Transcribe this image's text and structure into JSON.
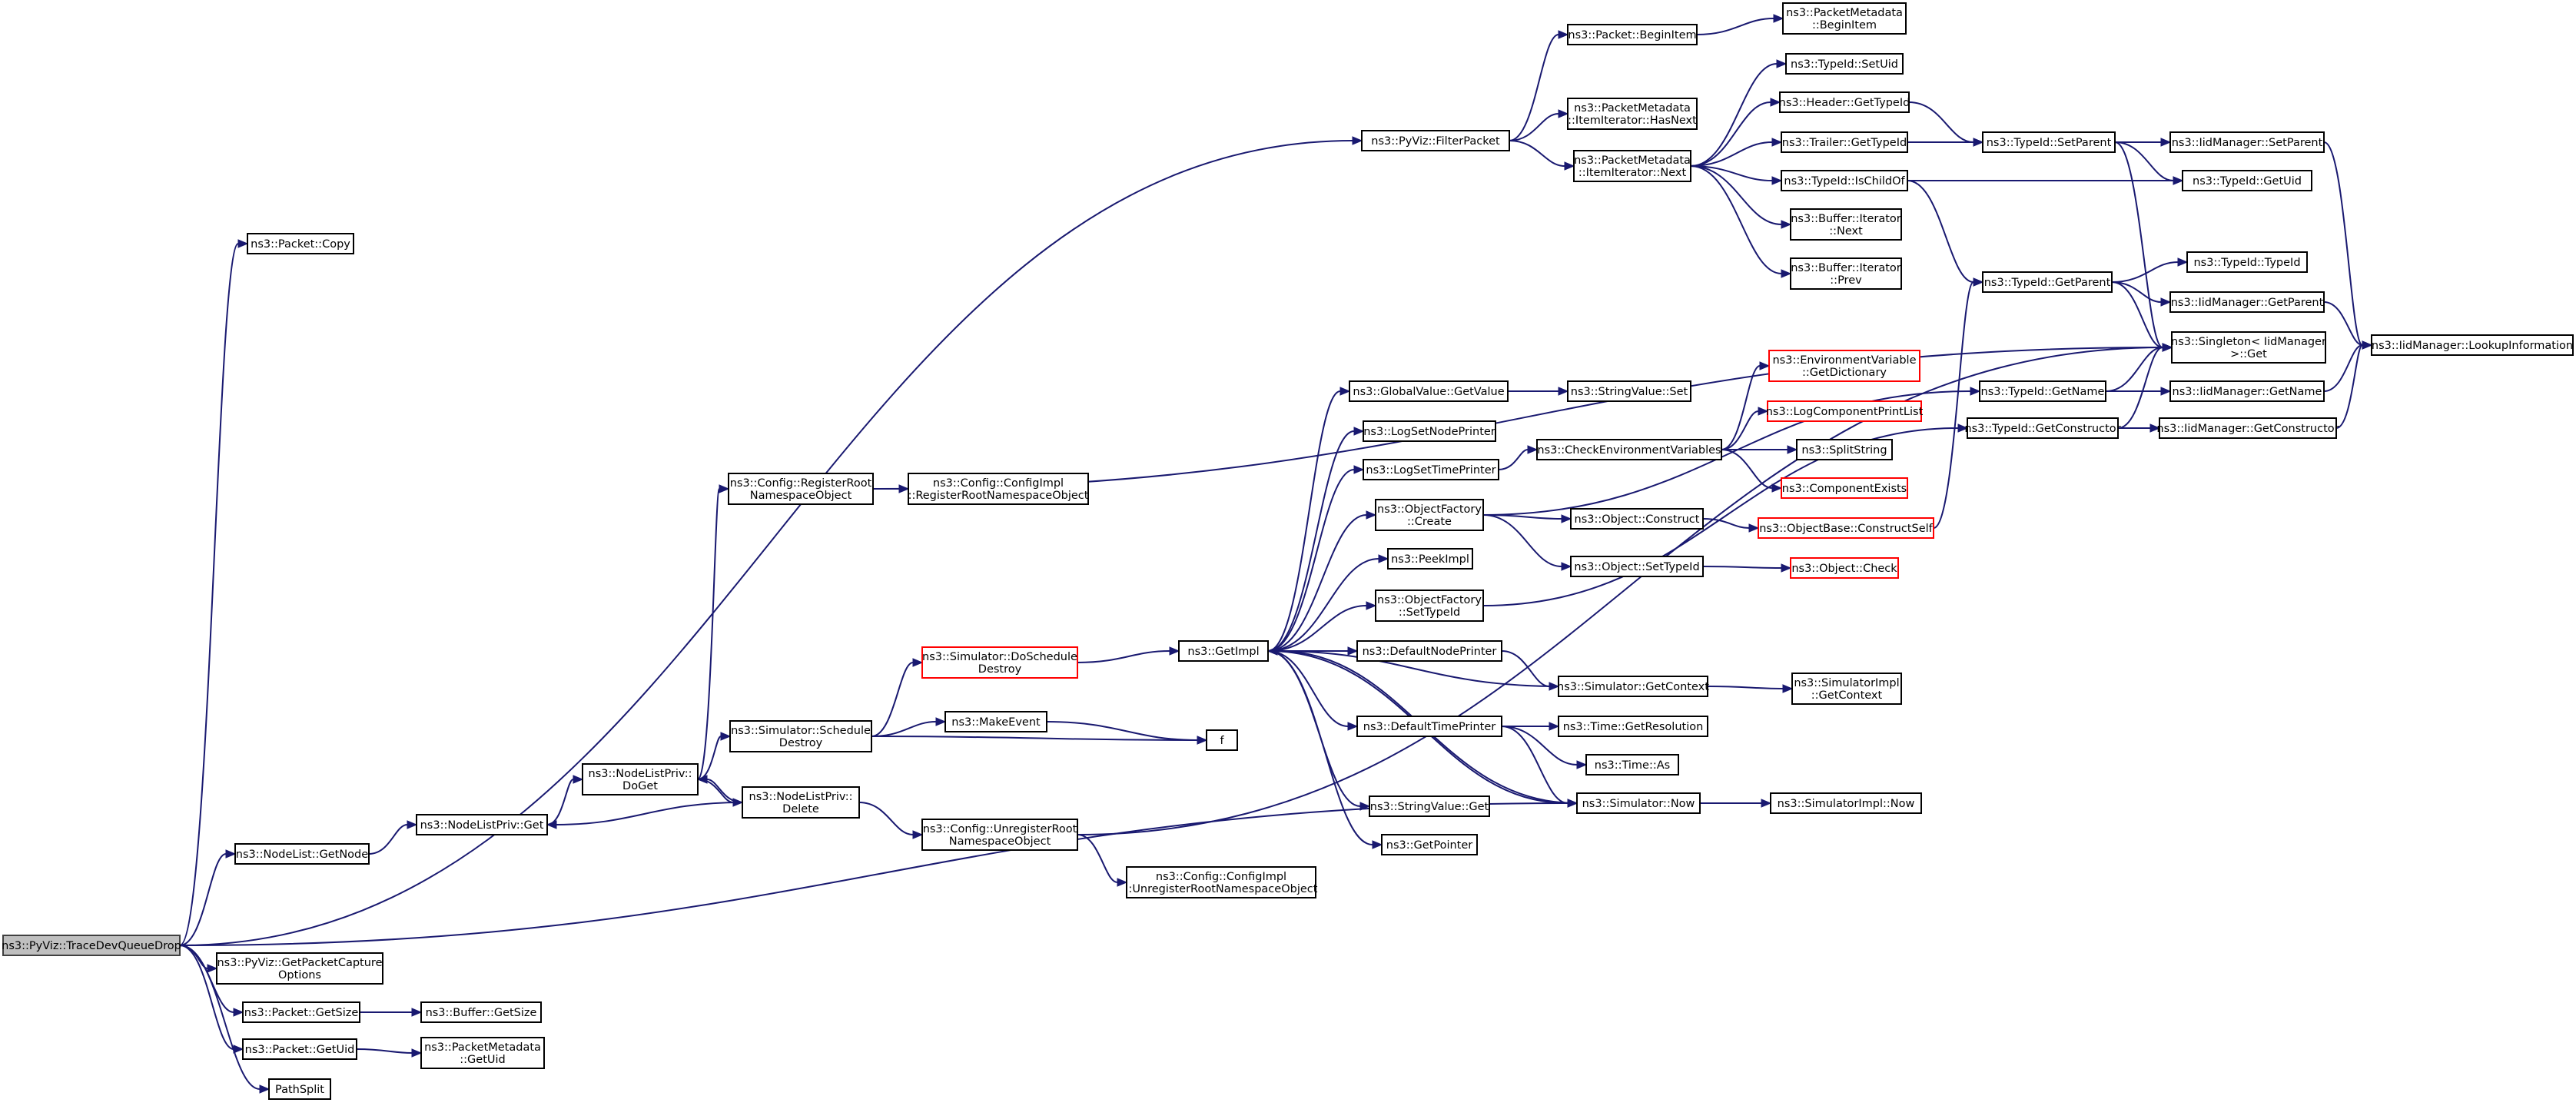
{
  "graph": {
    "colors": {
      "edge": "#191970",
      "node_border": "#000000",
      "node_fill": "#ffffff",
      "root_fill": "#bfbfbf",
      "truncated_border": "#ff0000"
    },
    "nodes": [
      {
        "id": "root",
        "lines": [
          "ns3::PyViz::TraceDevQueueDrop"
        ],
        "style": "root"
      },
      {
        "id": "packet_copy",
        "lines": [
          "ns3::Packet::Copy"
        ]
      },
      {
        "id": "pyviz_filterpacket",
        "lines": [
          "ns3::PyViz::FilterPacket"
        ]
      },
      {
        "id": "nodelist_getnode",
        "lines": [
          "ns3::NodeList::GetNode"
        ]
      },
      {
        "id": "simulator_now",
        "lines": [
          "ns3::Simulator::Now"
        ]
      },
      {
        "id": "pyviz_getpacketcapture",
        "lines": [
          "ns3::PyViz::GetPacketCapture",
          "Options"
        ]
      },
      {
        "id": "packet_getsize",
        "lines": [
          "ns3::Packet::GetSize"
        ]
      },
      {
        "id": "packet_getuid",
        "lines": [
          "ns3::Packet::GetUid"
        ]
      },
      {
        "id": "pathsplit",
        "lines": [
          "PathSplit"
        ]
      },
      {
        "id": "packet_beginitem",
        "lines": [
          "ns3::Packet::BeginItem"
        ]
      },
      {
        "id": "pm_ii_hasnext",
        "lines": [
          "ns3::PacketMetadata",
          "::ItemIterator::HasNext"
        ]
      },
      {
        "id": "pm_ii_next",
        "lines": [
          "ns3::PacketMetadata",
          "::ItemIterator::Next"
        ]
      },
      {
        "id": "pm_beginitem",
        "lines": [
          "ns3::PacketMetadata",
          "::BeginItem"
        ]
      },
      {
        "id": "typeid_setuid",
        "lines": [
          "ns3::TypeId::SetUid"
        ]
      },
      {
        "id": "header_gettypeid",
        "lines": [
          "ns3::Header::GetTypeId"
        ]
      },
      {
        "id": "trailer_gettypeid",
        "lines": [
          "ns3::Trailer::GetTypeId"
        ]
      },
      {
        "id": "typeid_ischildof",
        "lines": [
          "ns3::TypeId::IsChildOf"
        ]
      },
      {
        "id": "buffer_iterator_next",
        "lines": [
          "ns3::Buffer::Iterator",
          "::Next"
        ]
      },
      {
        "id": "buffer_iterator_prev",
        "lines": [
          "ns3::Buffer::Iterator",
          "::Prev"
        ]
      },
      {
        "id": "typeid_setparent",
        "lines": [
          "ns3::TypeId::SetParent"
        ]
      },
      {
        "id": "iidmanager_setparent",
        "lines": [
          "ns3::IidManager::SetParent"
        ]
      },
      {
        "id": "typeid_getuid",
        "lines": [
          "ns3::TypeId::GetUid"
        ]
      },
      {
        "id": "typeid_getparent",
        "lines": [
          "ns3::TypeId::GetParent"
        ]
      },
      {
        "id": "typeid_typeid",
        "lines": [
          "ns3::TypeId::TypeId"
        ]
      },
      {
        "id": "iidmanager_getparent",
        "lines": [
          "ns3::IidManager::GetParent"
        ]
      },
      {
        "id": "singleton_get",
        "lines": [
          "ns3::Singleton< IidManager",
          " >::Get"
        ]
      },
      {
        "id": "iidmanager_lookupinformation",
        "lines": [
          "ns3::IidManager::LookupInformation"
        ]
      },
      {
        "id": "typeid_getname",
        "lines": [
          "ns3::TypeId::GetName"
        ]
      },
      {
        "id": "iidmanager_getname",
        "lines": [
          "ns3::IidManager::GetName"
        ]
      },
      {
        "id": "typeid_getconstructor",
        "lines": [
          "ns3::TypeId::GetConstructor"
        ]
      },
      {
        "id": "iidmanager_getconstructor",
        "lines": [
          "ns3::IidManager::GetConstructor"
        ]
      },
      {
        "id": "config_registerroot",
        "lines": [
          "ns3::Config::RegisterRoot",
          "NamespaceObject"
        ]
      },
      {
        "id": "configimpl_registerroot",
        "lines": [
          "ns3::Config::ConfigImpl",
          "::RegisterRootNamespaceObject"
        ]
      },
      {
        "id": "globalvalue_getvalue",
        "lines": [
          "ns3::GlobalValue::GetValue"
        ]
      },
      {
        "id": "stringvalue_set",
        "lines": [
          "ns3::StringValue::Set"
        ]
      },
      {
        "id": "logsetnodeprinter",
        "lines": [
          "ns3::LogSetNodePrinter"
        ]
      },
      {
        "id": "logsettimeprinter",
        "lines": [
          "ns3::LogSetTimePrinter"
        ]
      },
      {
        "id": "checkenvvars",
        "lines": [
          "ns3::CheckEnvironmentVariables"
        ]
      },
      {
        "id": "envvar_getdictionary",
        "lines": [
          "ns3::EnvironmentVariable",
          "::GetDictionary"
        ],
        "style": "red"
      },
      {
        "id": "logcomponentprintlist",
        "lines": [
          "ns3::LogComponentPrintList"
        ],
        "style": "red"
      },
      {
        "id": "splitstring",
        "lines": [
          "ns3::SplitString"
        ]
      },
      {
        "id": "componentexists",
        "lines": [
          "ns3::ComponentExists"
        ],
        "style": "red"
      },
      {
        "id": "objectfactory_create",
        "lines": [
          "ns3::ObjectFactory",
          "::Create"
        ]
      },
      {
        "id": "object_construct",
        "lines": [
          "ns3::Object::Construct"
        ]
      },
      {
        "id": "objectbase_constructself",
        "lines": [
          "ns3::ObjectBase::ConstructSelf"
        ],
        "style": "red"
      },
      {
        "id": "object_settypeid",
        "lines": [
          "ns3::Object::SetTypeId"
        ]
      },
      {
        "id": "object_check",
        "lines": [
          "ns3::Object::Check"
        ],
        "style": "red"
      },
      {
        "id": "peekimpl",
        "lines": [
          "ns3::PeekImpl"
        ]
      },
      {
        "id": "objectfactory_settypeid",
        "lines": [
          "ns3::ObjectFactory",
          "::SetTypeId"
        ]
      },
      {
        "id": "getimpl",
        "lines": [
          "ns3::GetImpl"
        ]
      },
      {
        "id": "simulator_doscheduledestroy",
        "lines": [
          "ns3::Simulator::DoSchedule",
          "Destroy"
        ],
        "style": "red"
      },
      {
        "id": "defaultnodeprinter",
        "lines": [
          "ns3::DefaultNodePrinter"
        ]
      },
      {
        "id": "simulator_getcontext",
        "lines": [
          "ns3::Simulator::GetContext"
        ]
      },
      {
        "id": "simulatorimpl_getcontext",
        "lines": [
          "ns3::SimulatorImpl",
          "::GetContext"
        ]
      },
      {
        "id": "defaulttimeprinter",
        "lines": [
          "ns3::DefaultTimePrinter"
        ]
      },
      {
        "id": "time_getresolution",
        "lines": [
          "ns3::Time::GetResolution"
        ]
      },
      {
        "id": "time_as",
        "lines": [
          "ns3::Time::As"
        ]
      },
      {
        "id": "simulatorimpl_now",
        "lines": [
          "ns3::SimulatorImpl::Now"
        ]
      },
      {
        "id": "stringvalue_get",
        "lines": [
          "ns3::StringValue::Get"
        ]
      },
      {
        "id": "getpointer",
        "lines": [
          "ns3::GetPointer"
        ]
      },
      {
        "id": "simulator_scheduledestroy",
        "lines": [
          "ns3::Simulator::Schedule",
          "Destroy"
        ]
      },
      {
        "id": "makeevent",
        "lines": [
          "ns3::MakeEvent"
        ]
      },
      {
        "id": "f",
        "lines": [
          "f"
        ]
      },
      {
        "id": "nodelistpriv_doget",
        "lines": [
          "ns3::NodeListPriv::",
          "DoGet"
        ]
      },
      {
        "id": "nodelistpriv_delete",
        "lines": [
          "ns3::NodeListPriv::",
          "Delete"
        ]
      },
      {
        "id": "nodelistpriv_get",
        "lines": [
          "ns3::NodeListPriv::Get"
        ]
      },
      {
        "id": "config_unregisterroot",
        "lines": [
          "ns3::Config::UnregisterRoot",
          "NamespaceObject"
        ]
      },
      {
        "id": "configimpl_unregisterroot",
        "lines": [
          "ns3::Config::ConfigImpl",
          "::UnregisterRootNamespaceObject"
        ]
      },
      {
        "id": "buffer_getsize",
        "lines": [
          "ns3::Buffer::GetSize"
        ]
      },
      {
        "id": "pm_getuid",
        "lines": [
          "ns3::PacketMetadata",
          "::GetUid"
        ]
      }
    ],
    "edges": [
      [
        "root",
        "packet_copy"
      ],
      [
        "root",
        "pyviz_filterpacket"
      ],
      [
        "root",
        "nodelist_getnode"
      ],
      [
        "root",
        "simulator_now"
      ],
      [
        "root",
        "pyviz_getpacketcapture"
      ],
      [
        "root",
        "packet_getsize"
      ],
      [
        "root",
        "packet_getuid"
      ],
      [
        "root",
        "pathsplit"
      ],
      [
        "pyviz_filterpacket",
        "packet_beginitem"
      ],
      [
        "pyviz_filterpacket",
        "pm_ii_hasnext"
      ],
      [
        "pyviz_filterpacket",
        "pm_ii_next"
      ],
      [
        "packet_beginitem",
        "pm_beginitem"
      ],
      [
        "pm_ii_next",
        "typeid_setuid"
      ],
      [
        "pm_ii_next",
        "header_gettypeid"
      ],
      [
        "pm_ii_next",
        "trailer_gettypeid"
      ],
      [
        "pm_ii_next",
        "typeid_ischildof"
      ],
      [
        "pm_ii_next",
        "buffer_iterator_next"
      ],
      [
        "pm_ii_next",
        "buffer_iterator_prev"
      ],
      [
        "header_gettypeid",
        "typeid_setparent"
      ],
      [
        "trailer_gettypeid",
        "typeid_setparent"
      ],
      [
        "typeid_ischildof",
        "typeid_getuid"
      ],
      [
        "typeid_ischildof",
        "typeid_getparent"
      ],
      [
        "typeid_setparent",
        "iidmanager_setparent"
      ],
      [
        "typeid_setparent",
        "typeid_getuid"
      ],
      [
        "typeid_setparent",
        "singleton_get"
      ],
      [
        "iidmanager_setparent",
        "iidmanager_lookupinformation"
      ],
      [
        "typeid_getparent",
        "typeid_typeid"
      ],
      [
        "typeid_getparent",
        "iidmanager_getparent"
      ],
      [
        "typeid_getparent",
        "singleton_get"
      ],
      [
        "iidmanager_getparent",
        "iidmanager_lookupinformation"
      ],
      [
        "typeid_getname",
        "singleton_get"
      ],
      [
        "typeid_getname",
        "iidmanager_getname"
      ],
      [
        "iidmanager_getname",
        "iidmanager_lookupinformation"
      ],
      [
        "typeid_getconstructor",
        "singleton_get"
      ],
      [
        "typeid_getconstructor",
        "iidmanager_getconstructor"
      ],
      [
        "iidmanager_getconstructor",
        "iidmanager_lookupinformation"
      ],
      [
        "nodelist_getnode",
        "nodelistpriv_get"
      ],
      [
        "nodelistpriv_get",
        "nodelistpriv_doget"
      ],
      [
        "nodelistpriv_doget",
        "config_registerroot"
      ],
      [
        "nodelistpriv_doget",
        "simulator_scheduledestroy"
      ],
      [
        "nodelistpriv_doget",
        "nodelistpriv_delete"
      ],
      [
        "nodelistpriv_delete",
        "nodelistpriv_get"
      ],
      [
        "nodelistpriv_delete",
        "nodelistpriv_doget"
      ],
      [
        "nodelistpriv_delete",
        "config_unregisterroot"
      ],
      [
        "config_registerroot",
        "singleton_get"
      ],
      [
        "config_registerroot",
        "configimpl_registerroot"
      ],
      [
        "config_unregisterroot",
        "configimpl_unregisterroot"
      ],
      [
        "config_unregisterroot",
        "singleton_get"
      ],
      [
        "simulator_scheduledestroy",
        "simulator_doscheduledestroy"
      ],
      [
        "simulator_scheduledestroy",
        "makeevent"
      ],
      [
        "simulator_scheduledestroy",
        "f"
      ],
      [
        "makeevent",
        "f"
      ],
      [
        "simulator_doscheduledestroy",
        "getimpl"
      ],
      [
        "getimpl",
        "globalvalue_getvalue"
      ],
      [
        "getimpl",
        "logsetnodeprinter"
      ],
      [
        "getimpl",
        "logsettimeprinter"
      ],
      [
        "getimpl",
        "objectfactory_create"
      ],
      [
        "getimpl",
        "peekimpl"
      ],
      [
        "getimpl",
        "objectfactory_settypeid"
      ],
      [
        "getimpl",
        "defaultnodeprinter"
      ],
      [
        "getimpl",
        "defaulttimeprinter"
      ],
      [
        "getimpl",
        "simulator_now"
      ],
      [
        "getimpl",
        "stringvalue_get"
      ],
      [
        "getimpl",
        "getpointer"
      ],
      [
        "globalvalue_getvalue",
        "stringvalue_set"
      ],
      [
        "logsettimeprinter",
        "checkenvvars"
      ],
      [
        "checkenvvars",
        "envvar_getdictionary"
      ],
      [
        "checkenvvars",
        "logcomponentprintlist"
      ],
      [
        "checkenvvars",
        "splitstring"
      ],
      [
        "checkenvvars",
        "componentexists"
      ],
      [
        "objectfactory_create",
        "object_construct"
      ],
      [
        "objectfactory_create",
        "object_settypeid"
      ],
      [
        "objectfactory_create",
        "typeid_getname"
      ],
      [
        "object_construct",
        "objectbase_constructself"
      ],
      [
        "objectbase_constructself",
        "typeid_getparent"
      ],
      [
        "object_settypeid",
        "object_check"
      ],
      [
        "objectfactory_settypeid",
        "typeid_getconstructor"
      ],
      [
        "defaultnodeprinter",
        "simulator_getcontext"
      ],
      [
        "simulator_getcontext",
        "getimpl"
      ],
      [
        "simulator_getcontext",
        "simulatorimpl_getcontext"
      ],
      [
        "defaulttimeprinter",
        "time_getresolution"
      ],
      [
        "defaulttimeprinter",
        "time_as"
      ],
      [
        "defaulttimeprinter",
        "simulator_now"
      ],
      [
        "simulator_now",
        "getimpl"
      ],
      [
        "simulator_now",
        "simulatorimpl_now"
      ],
      [
        "packet_getsize",
        "buffer_getsize"
      ],
      [
        "packet_getuid",
        "pm_getuid"
      ]
    ]
  }
}
